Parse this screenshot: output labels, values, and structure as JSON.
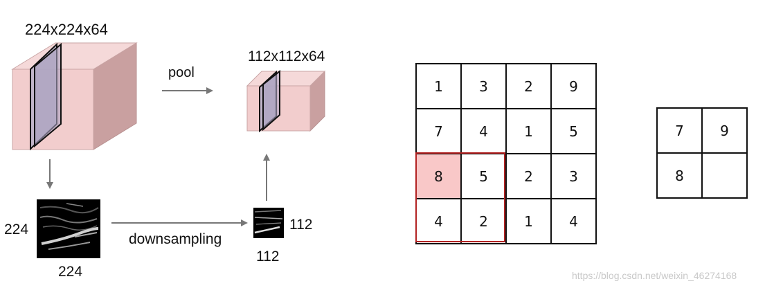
{
  "left_diagram": {
    "input_size_label": "224x224x64",
    "pool_label": "pool",
    "output_size_label": "112x112x64",
    "slice_height_label": "224",
    "slice_width_label": "224",
    "downsampling_label": "downsampling",
    "small_height_label": "112",
    "small_width_label": "112",
    "colors": {
      "cube_face": "#f2cdcd",
      "cube_side": "#c9a0a0",
      "slice": "#b8b0c8",
      "arrow": "#777777"
    }
  },
  "input_grid": {
    "rows": [
      [
        "1",
        "3",
        "2",
        "9"
      ],
      [
        "7",
        "4",
        "1",
        "5"
      ],
      [
        "8",
        "5",
        "2",
        "3"
      ],
      [
        "4",
        "2",
        "1",
        "4"
      ]
    ],
    "highlight_color": "#f9c8c8",
    "window_color": "#b22222"
  },
  "output_grid": {
    "rows": [
      [
        "7",
        "9"
      ],
      [
        "8",
        ""
      ]
    ]
  },
  "watermark": "https://blog.csdn.net/weixin_46274168"
}
